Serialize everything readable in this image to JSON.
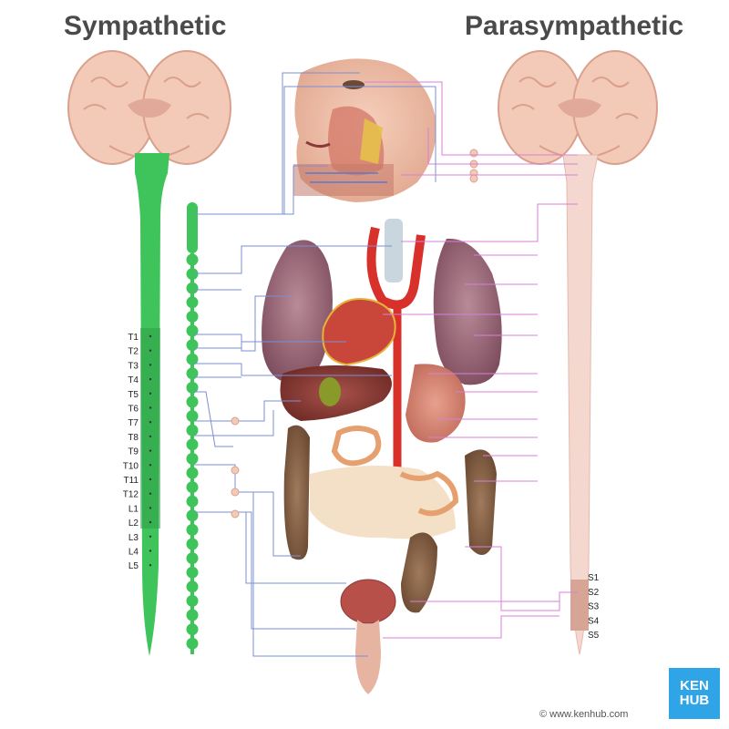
{
  "titles": {
    "sympathetic": "Sympathetic",
    "parasympathetic": "Parasympathetic"
  },
  "sympathetic_levels": [
    "T1",
    "T2",
    "T3",
    "T4",
    "T5",
    "T6",
    "T7",
    "T8",
    "T9",
    "T10",
    "T11",
    "T12",
    "L1",
    "L2",
    "L3",
    "L4",
    "L5"
  ],
  "parasympathetic_levels": [
    "S1",
    "S2",
    "S3",
    "S4",
    "S5"
  ],
  "copyright": "© www.kenhub.com",
  "logo": {
    "line1": "KEN",
    "line2": "HUB"
  },
  "colors": {
    "sympathetic_green": "#3ec45a",
    "sympathetic_dark_green": "#2f9e48",
    "parasympathetic_pink": "#f4d8d0",
    "brain_pink": "#f3c9b8",
    "sympathetic_line": "#7b8fd6",
    "parasympathetic_line": "#d87fd8"
  }
}
